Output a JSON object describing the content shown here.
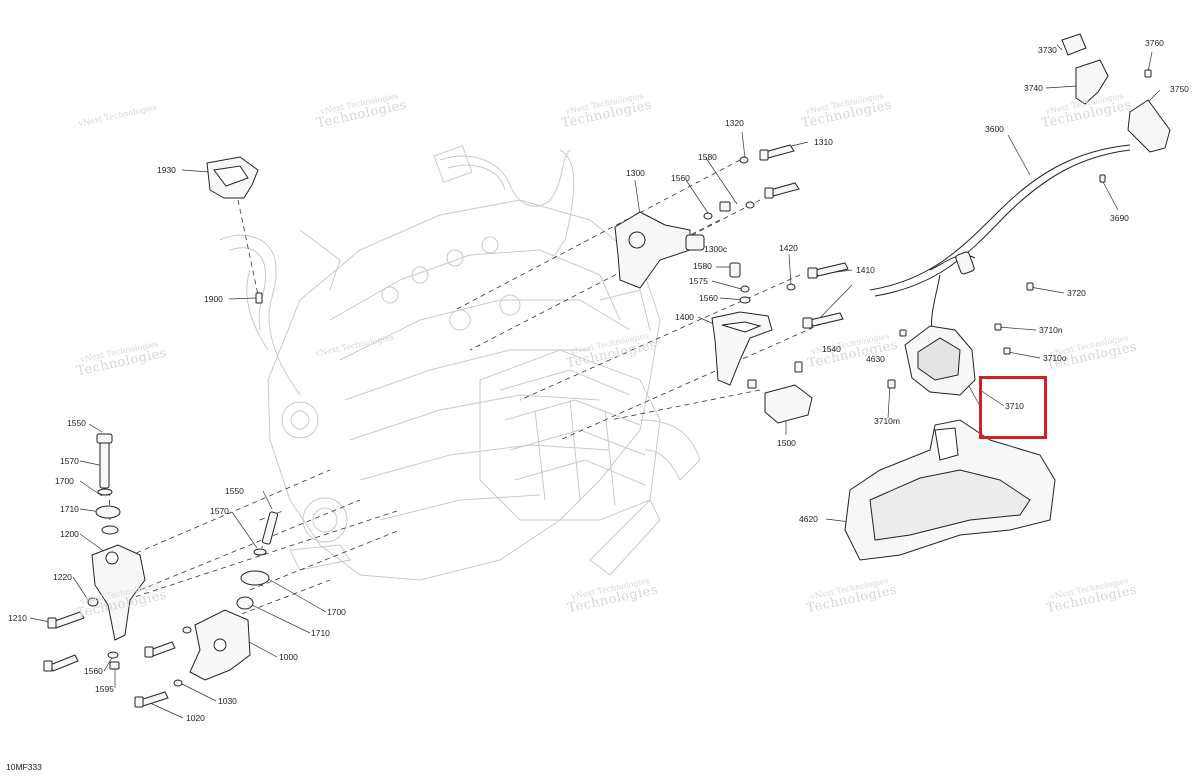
{
  "figure_id": "10MF333",
  "watermark": {
    "line1": "vNext Technologies",
    "line2": "Technologies"
  },
  "highlight": {
    "label": "3710",
    "color": "#d42020"
  },
  "callouts": [
    {
      "id": "1930",
      "text": "1930"
    },
    {
      "id": "1900",
      "text": "1900"
    },
    {
      "id": "1300",
      "text": "1300"
    },
    {
      "id": "1320",
      "text": "1320"
    },
    {
      "id": "1310",
      "text": "1310"
    },
    {
      "id": "1580a",
      "text": "1580"
    },
    {
      "id": "1560a",
      "text": "1560"
    },
    {
      "id": "1300c",
      "text": "1300c"
    },
    {
      "id": "1420",
      "text": "1420"
    },
    {
      "id": "1410",
      "text": "1410"
    },
    {
      "id": "1580b",
      "text": "1580"
    },
    {
      "id": "1575",
      "text": "1575"
    },
    {
      "id": "1560b",
      "text": "1560"
    },
    {
      "id": "1400",
      "text": "1400"
    },
    {
      "id": "1500",
      "text": "1500"
    },
    {
      "id": "1540",
      "text": "1540"
    },
    {
      "id": "3730",
      "text": "3730"
    },
    {
      "id": "3760",
      "text": "3760"
    },
    {
      "id": "3740",
      "text": "3740"
    },
    {
      "id": "3750",
      "text": "3750"
    },
    {
      "id": "3600",
      "text": "3600"
    },
    {
      "id": "3690",
      "text": "3690"
    },
    {
      "id": "3720",
      "text": "3720"
    },
    {
      "id": "3710n",
      "text": "3710n"
    },
    {
      "id": "4630",
      "text": "4630"
    },
    {
      "id": "3710o",
      "text": "3710o"
    },
    {
      "id": "3710m",
      "text": "3710m"
    },
    {
      "id": "3710",
      "text": "3710"
    },
    {
      "id": "4620",
      "text": "4620"
    },
    {
      "id": "1550a",
      "text": "1550"
    },
    {
      "id": "1570a",
      "text": "1570"
    },
    {
      "id": "1700a",
      "text": "1700"
    },
    {
      "id": "1710a",
      "text": "1710"
    },
    {
      "id": "1200",
      "text": "1200"
    },
    {
      "id": "1220",
      "text": "1220"
    },
    {
      "id": "1210",
      "text": "1210"
    },
    {
      "id": "1560c",
      "text": "1560"
    },
    {
      "id": "1595",
      "text": "1595"
    },
    {
      "id": "1550b",
      "text": "1550"
    },
    {
      "id": "1570b",
      "text": "1570"
    },
    {
      "id": "1700b",
      "text": "1700"
    },
    {
      "id": "1710b",
      "text": "1710"
    },
    {
      "id": "1000",
      "text": "1000"
    },
    {
      "id": "1030",
      "text": "1030"
    },
    {
      "id": "1020",
      "text": "1020"
    }
  ]
}
